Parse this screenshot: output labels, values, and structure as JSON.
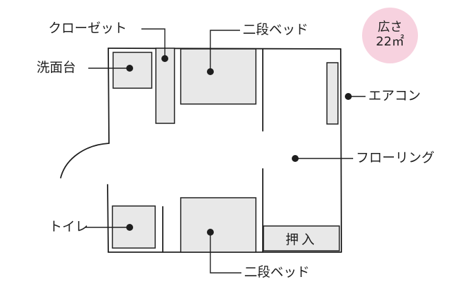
{
  "area_badge": {
    "line1": "広さ",
    "line2": "22㎡",
    "color": "#f7d2df"
  },
  "labels": {
    "closet": "クローゼット",
    "washbasin": "洗面台",
    "bunk_bed_top": "二段ベッド",
    "aircon": "エアコン",
    "flooring": "フローリング",
    "toilet": "トイレ",
    "bunk_bed_bottom": "二段ベッド",
    "oshiire": "押入"
  },
  "colors": {
    "ink": "#1e1e1e",
    "fixture_fill": "#e8e8e8",
    "background": "#ffffff"
  }
}
